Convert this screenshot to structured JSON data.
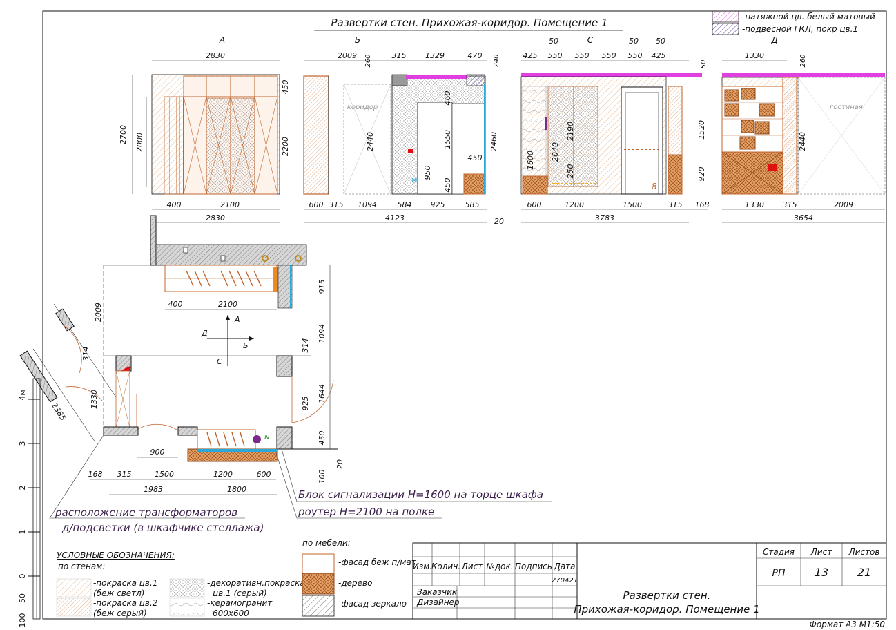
{
  "sheet_title": "Развертки стен. Прихожая-коридор. Помещение 1",
  "legend_top": [
    {
      "text": "-натяжной цв. белый матовый",
      "color": "#e05cd6"
    },
    {
      "text": "-подвесной ГКЛ, покр цв.1",
      "color": "#6b4fa8"
    }
  ],
  "elevations": {
    "A": {
      "label": "А",
      "top_dim": "2830",
      "heights": [
        "2700",
        "2000",
        "450",
        "2200"
      ],
      "bottom_dims": [
        "400",
        "2100"
      ],
      "bottom_total": "2830"
    },
    "B": {
      "label": "Б",
      "top_dims": [
        "2009",
        "260",
        "315",
        "1329",
        "470",
        "240"
      ],
      "heights": [
        "2440",
        "460",
        "1550",
        "950",
        "450",
        "450",
        "2460"
      ],
      "room_label": "коридор",
      "bottom_dims": [
        "600",
        "315",
        "1094",
        "584",
        "925",
        "585"
      ],
      "bottom_total": "4123",
      "offset": "20"
    },
    "C": {
      "label": "С",
      "top_dims": [
        "425",
        "50",
        "550",
        "550",
        "550",
        "50",
        "550",
        "50",
        "425"
      ],
      "heights": [
        "1600",
        "2040",
        "2190",
        "250"
      ],
      "door_mark": "8",
      "bottom_dims": [
        "600",
        "1200",
        "1500",
        "315",
        "168"
      ],
      "bottom_total": "3783",
      "side_dim": "50"
    },
    "D": {
      "label": "Д",
      "top_dims": [
        "1330",
        "260"
      ],
      "heights": [
        "1520",
        "920",
        "2440"
      ],
      "room_label": "гостиная",
      "bottom_dims": [
        "1330",
        "315",
        "2009"
      ],
      "bottom_total": "3654"
    }
  },
  "plan": {
    "dims": [
      "400",
      "2100",
      "915",
      "1094",
      "314",
      "925",
      "1644",
      "450",
      "20",
      "100",
      "900",
      "168",
      "315",
      "1500",
      "1200",
      "600",
      "1983",
      "1800",
      "2009",
      "314",
      "1330",
      "2385"
    ],
    "directions": {
      "a": "А",
      "b": "Б",
      "c": "С",
      "d": "Д"
    },
    "note_marker": "N"
  },
  "scale_bar": {
    "unit_label": "4м",
    "ticks": [
      "3",
      "2",
      "1",
      "0",
      "50",
      "100"
    ]
  },
  "notes": [
    "Блок сигнализации Н=1600 на торце шкафа",
    "роутер Н=2100 на полке",
    "расположение трансформаторов",
    "д/подсветки (в шкафчике стеллажа)"
  ],
  "legend_walls": {
    "title": "УСЛОВНЫЕ ОБОЗНАЧЕНИЯ:",
    "subtitle": "по стенам:",
    "items": [
      "-покраска цв.1",
      "(беж светл)",
      "-покраска цв.2",
      "(беж серый)",
      "-декоративн.покраска",
      "цв.1 (серый)",
      "-керамогранит",
      "600х600"
    ]
  },
  "legend_furniture": {
    "title": "по мебели:",
    "items": [
      "-фасад беж п/мат",
      "-дерево",
      "-фасад зеркало"
    ]
  },
  "title_block": {
    "headers": [
      "Изм.",
      "Колич.",
      "Лист",
      "№док.",
      "Подпись",
      "Дата"
    ],
    "date": "270421",
    "customer": "Заказчик",
    "designer": "Дизайнер",
    "stage_label": "Стадия",
    "sheet_label": "Лист",
    "sheets_label": "Листов",
    "stage": "РП",
    "sheet": "13",
    "sheets": "21",
    "title_line1": "Развертки стен.",
    "title_line2": "Прихожая-коридор. Помещение 1"
  },
  "format": "Формат А3 М1:50",
  "colors": {
    "wood": "#c0642e",
    "magenta": "#e040e0",
    "orange": "#f08a20",
    "cyan": "#2aa8d8",
    "red": "#e01010"
  }
}
